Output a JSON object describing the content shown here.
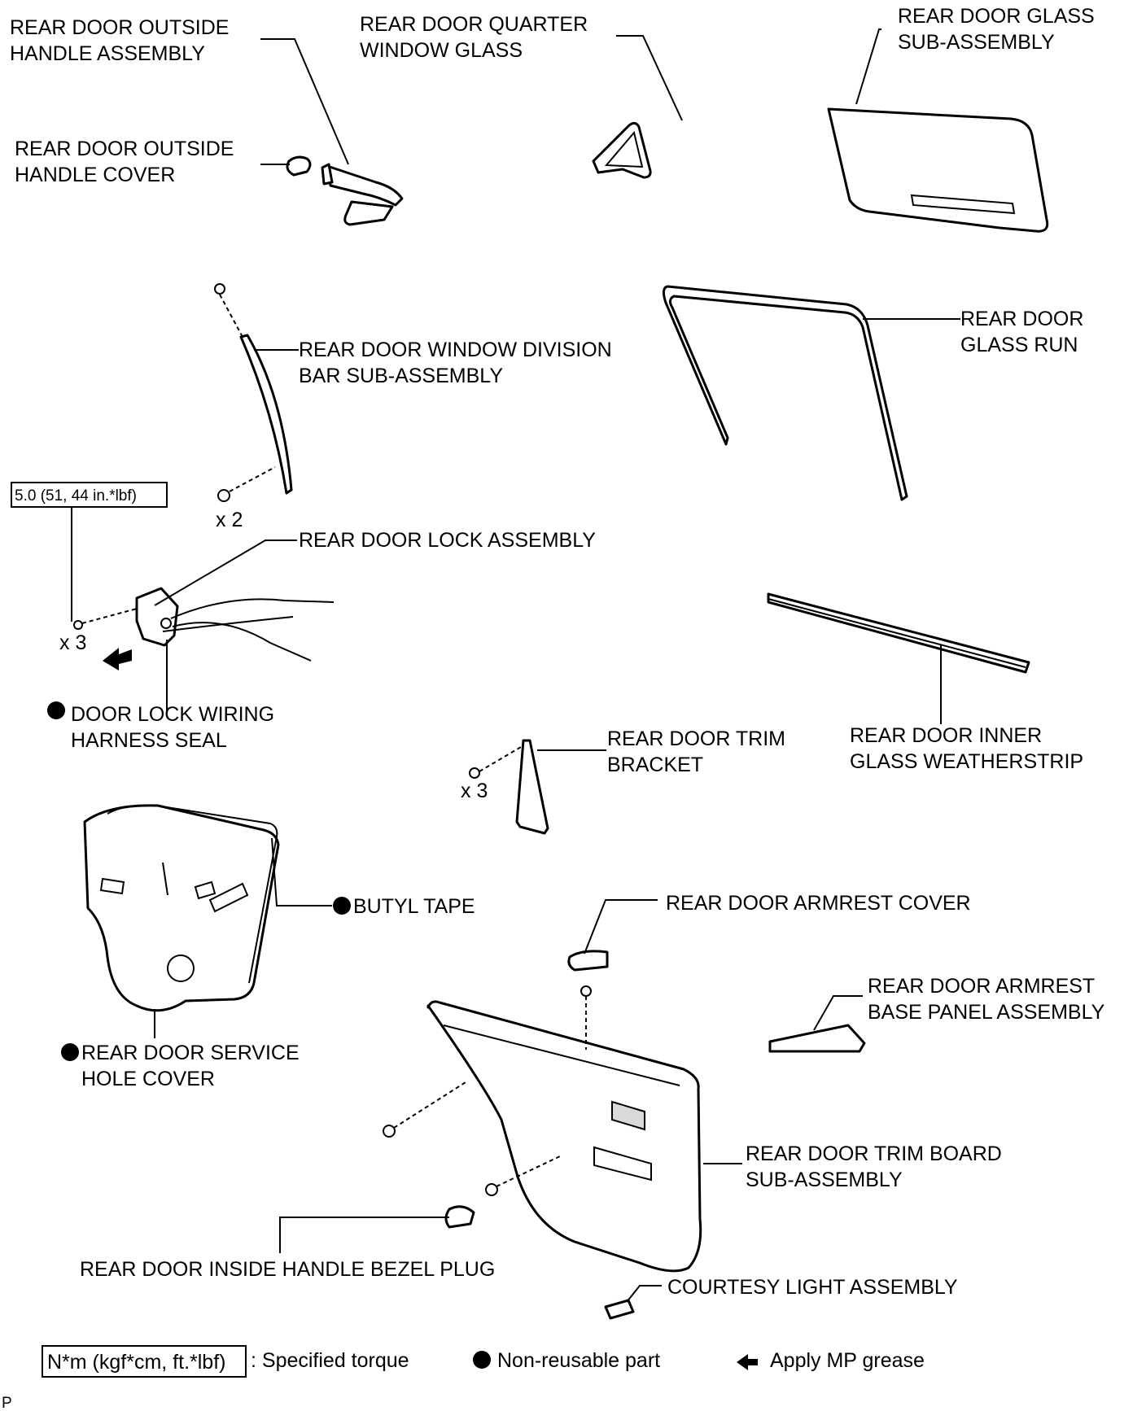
{
  "labels": {
    "outside_handle_assembly": [
      "REAR DOOR OUTSIDE",
      "HANDLE ASSEMBLY"
    ],
    "quarter_window_glass": [
      "REAR DOOR QUARTER",
      "WINDOW GLASS"
    ],
    "door_glass_sub_assembly": [
      "REAR DOOR GLASS",
      "SUB-ASSEMBLY"
    ],
    "outside_handle_cover": [
      "REAR DOOR OUTSIDE",
      "HANDLE COVER"
    ],
    "window_division_bar": [
      "REAR DOOR WINDOW DIVISION",
      "BAR SUB-ASSEMBLY"
    ],
    "glass_run": [
      "REAR DOOR",
      "GLASS RUN"
    ],
    "lock_assembly": [
      "REAR DOOR LOCK ASSEMBLY"
    ],
    "wiring_harness_seal": [
      "DOOR LOCK WIRING",
      "HARNESS SEAL"
    ],
    "trim_bracket": [
      "REAR DOOR TRIM",
      "BRACKET"
    ],
    "inner_glass_weatherstrip": [
      "REAR DOOR INNER",
      "GLASS WEATHERSTRIP"
    ],
    "butyl_tape": [
      "BUTYL TAPE"
    ],
    "armrest_cover": [
      "REAR DOOR ARMREST COVER"
    ],
    "armrest_base_panel": [
      "REAR DOOR ARMREST",
      "BASE PANEL ASSEMBLY"
    ],
    "service_hole_cover": [
      "REAR DOOR SERVICE",
      "HOLE COVER"
    ],
    "trim_board": [
      "REAR DOOR TRIM BOARD",
      "SUB-ASSEMBLY"
    ],
    "inside_handle_bezel_plug": [
      "REAR DOOR INSIDE HANDLE BEZEL PLUG"
    ],
    "courtesy_light": [
      "COURTESY LIGHT ASSEMBLY"
    ]
  },
  "quantities": {
    "division_bar_bolts": "x 2",
    "lock_screws": "x 3",
    "bracket_screws": "x 3"
  },
  "torque_spec": "5.0 (51, 44 in.*lbf)",
  "legend": {
    "torque_box": "N*m (kgf*cm, ft.*lbf)",
    "torque_text": ": Specified torque",
    "non_reusable": "Non-reusable part",
    "grease": "Apply MP grease"
  },
  "corner_code": "P"
}
